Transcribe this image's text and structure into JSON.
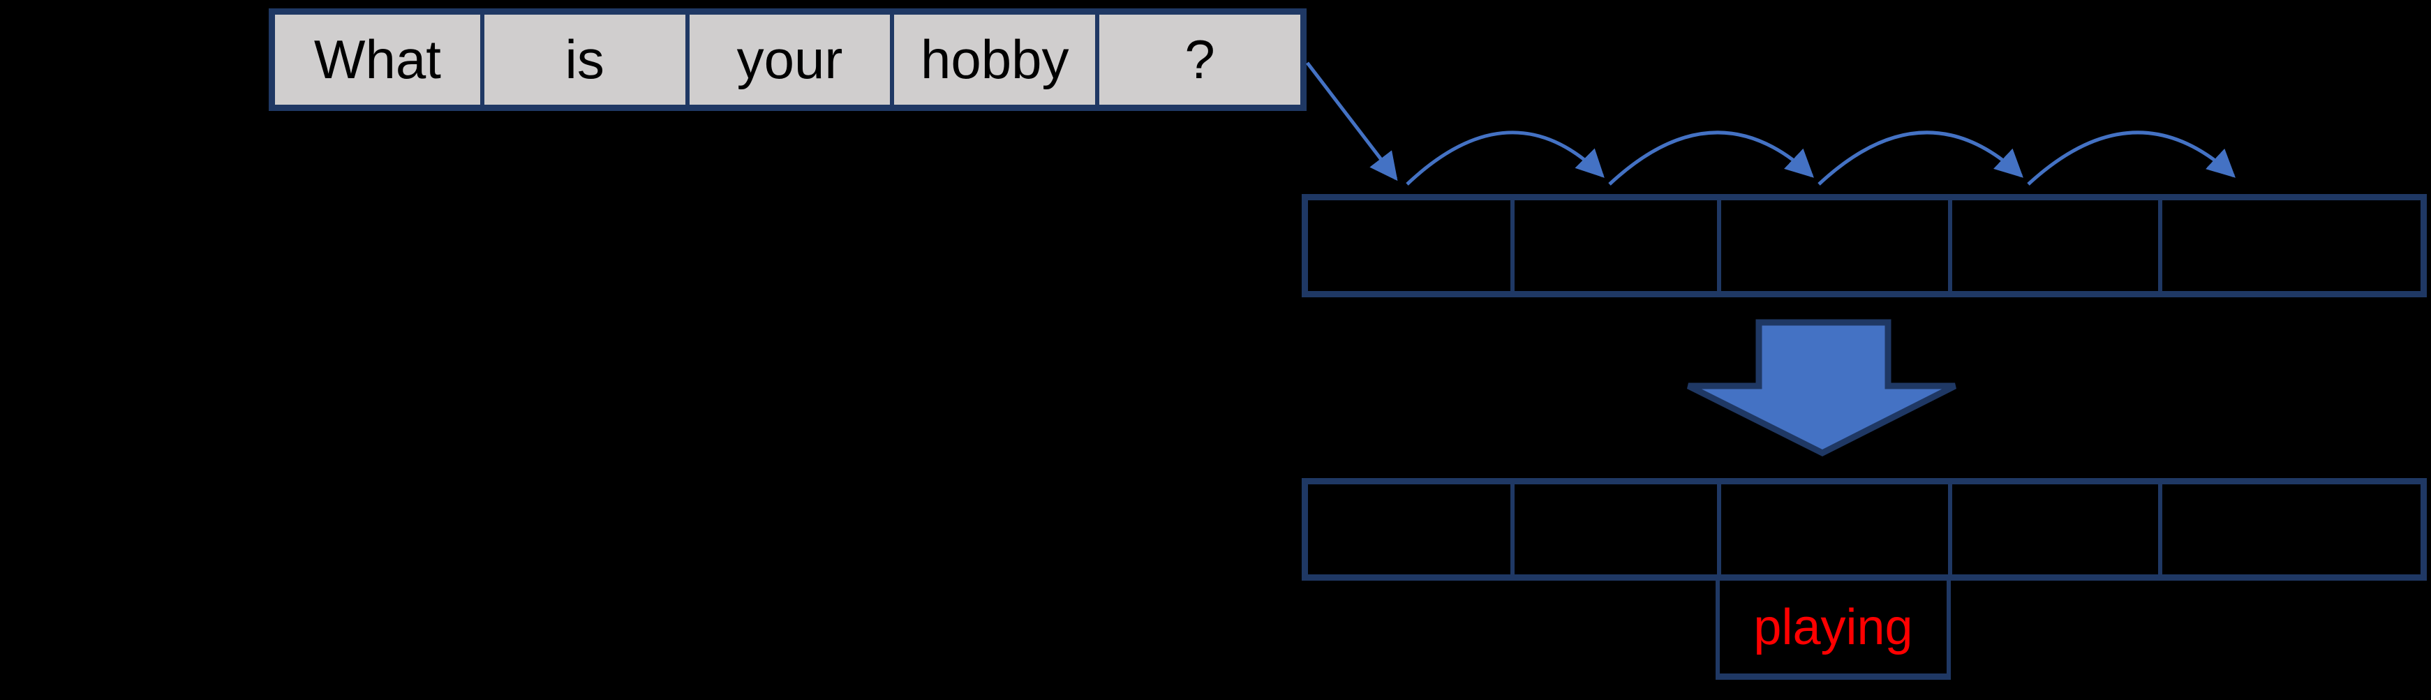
{
  "input_sentence": {
    "tokens": [
      "What",
      "is",
      "your",
      "hobby",
      "?"
    ]
  },
  "top_track": {
    "cell_count": 5
  },
  "bottom_track": {
    "cell_count": 5
  },
  "prediction": {
    "word": "playing"
  },
  "colors": {
    "background": "#000000",
    "token_cell_fill": "#d0cece",
    "box_border_navy": "#1f3864",
    "arrow_blue": "#4472c4",
    "token_text": "#000000",
    "prediction_text": "#ff0000"
  },
  "icons": {
    "flow_arrow": "↘",
    "hop_arc_arrow": "⌒",
    "big_down_arrow": "⬇"
  }
}
